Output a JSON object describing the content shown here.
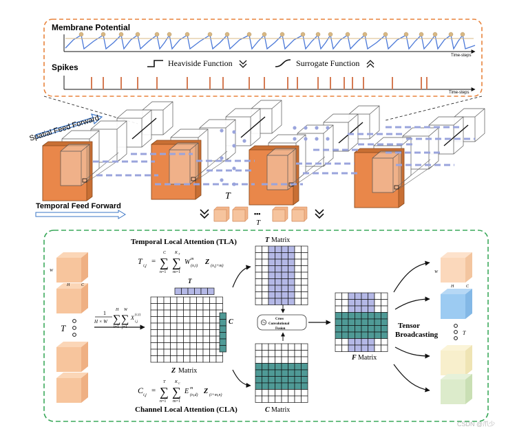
{
  "top_panel": {
    "membrane_title": "Membrane Potential",
    "spikes_title": "Spikes",
    "time_label_1": "Time-steps",
    "time_label_2": "Time-steps",
    "heaviside_label": "Heaviside Function",
    "surrogate_label": "Surrogate Function"
  },
  "middle": {
    "spatial_label": "Spatial Feed Forward",
    "temporal_label": "Temporal Feed Forward",
    "T_symbol": "T",
    "ellipsis": "•••",
    "T_symbol_2": "T"
  },
  "bottom": {
    "tla_title": "Temporal Local Attention (TLA)",
    "tla_lhs": "T",
    "tla_sub": "i,j",
    "tla_sum_n_top": "C",
    "tla_sum_n_bot": "n=1",
    "tla_sum_m_top": "K",
    "tla_sum_m_top_sub": "T",
    "tla_sum_m_bot": "m=1",
    "tla_w": "W",
    "tla_w_sup": "m",
    "tla_w_sub": "(n,i)",
    "tla_z": "Z",
    "tla_z_sub": "(n,j+m)",
    "cla_title": "Channel Local Attention (CLA)",
    "cla_lhs": "C",
    "cla_sub": "i,j",
    "cla_sum_n_top": "T",
    "cla_sum_n_bot": "n=1",
    "cla_sum_m_top": "K",
    "cla_sum_m_top_sub": "C",
    "cla_sum_m_bot": "m=1",
    "cla_e": "E",
    "cla_e_sup": "m",
    "cla_e_sub": "(n,d)",
    "cla_z": "Z",
    "cla_z_sub": "(i+m,n)",
    "pool_frac_top": "1",
    "pool_frac_bot": "H × W",
    "pool_sum_top_1": "H",
    "pool_sum_bot_1": "i=1",
    "pool_sum_top_2": "W",
    "pool_sum_bot_2": "j=1",
    "pool_x": "X",
    "pool_x_sup": "(c,t)",
    "pool_x_sub": "i,j",
    "left_w": "W",
    "left_h": "H",
    "left_c": "C",
    "left_T": "T",
    "T_matrix_label": "T",
    "T_matrix_word": "Matrix",
    "Z_matrix_label": "Z",
    "Z_matrix_word": "Matrix",
    "C_matrix_label": "C",
    "C_matrix_word": "Matrix",
    "F_matrix_label": "F",
    "F_matrix_word": "Matrix",
    "T_bar_label": "T",
    "C_bar_label": "C",
    "fusion_line1": "Cross",
    "fusion_line2": "Convolutional",
    "fusion_line3": "Fusion",
    "broadcast_line1": "Tensor",
    "broadcast_line2": "Broadcasting",
    "right_w": "W",
    "right_h": "H",
    "right_c": "C",
    "right_T": "T"
  },
  "watermark": "CSDN @爪少",
  "colors": {
    "orange_dash": "#e8823a",
    "green_dash": "#3aa85a",
    "orange_face": "#e9874a",
    "blue_grid": "#b4b8e6",
    "teal_grid": "#4f9a96",
    "potential_line": "#4a78d8",
    "potential_dot": "#d8b884",
    "spike": "#d57a52",
    "dashed_blue": "#9aa4dc"
  }
}
